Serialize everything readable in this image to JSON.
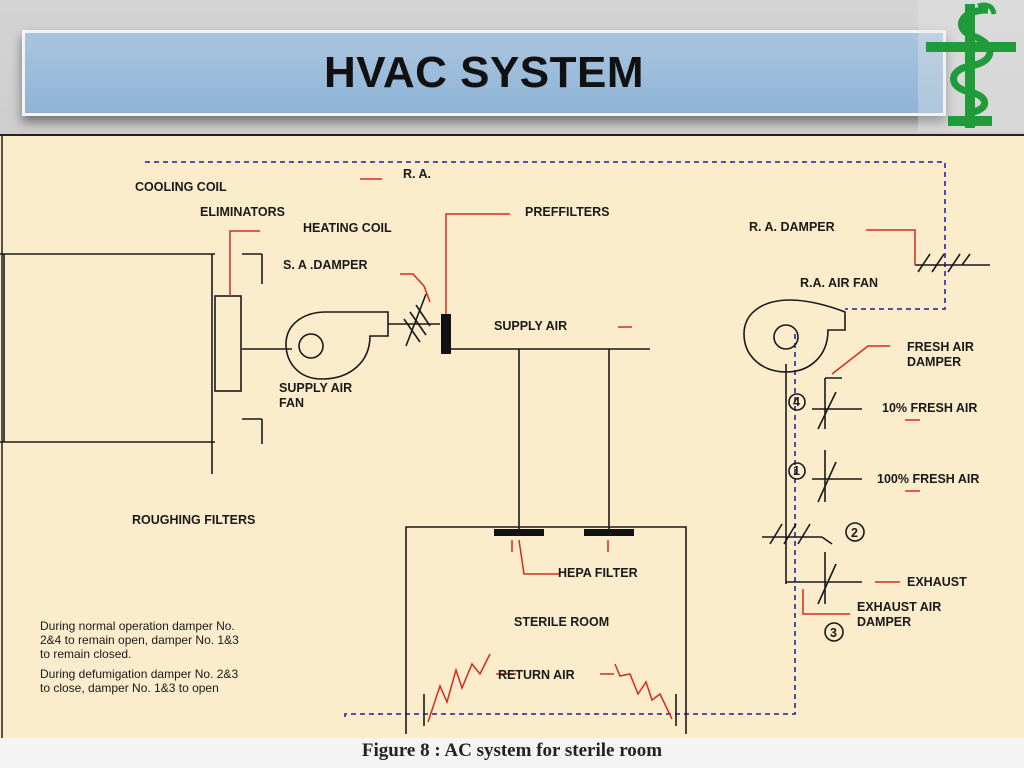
{
  "slide": {
    "title": "HVAC SYSTEM",
    "logo": "pharmacy-caduceus-logo",
    "accent_green": "#1f9b3a"
  },
  "diagram": {
    "labels": {
      "ra": "R. A.",
      "cooling_coil": "COOLING COIL",
      "eliminators": "ELIMINATORS",
      "heating_coil": "HEATING COIL",
      "preffilters": "PREFFILTERS",
      "sa_damper": "S. A .DAMPER",
      "supply_air": "SUPPLY AIR",
      "supply_air_fan_1": "SUPPLY AIR",
      "supply_air_fan_2": "FAN",
      "roughing_filters": "ROUGHING FILTERS",
      "ra_damper": "R. A. DAMPER",
      "ra_air_fan": "R.A. AIR FAN",
      "fresh_air_damper_1": "FRESH AIR",
      "fresh_air_damper_2": "DAMPER",
      "fresh_air_10": "10% FRESH AIR",
      "fresh_air_100": "100% FRESH AIR",
      "exhaust": "EXHAUST",
      "exhaust_air_damper_1": "EXHAUST AIR",
      "exhaust_air_damper_2": "DAMPER",
      "hepa_filter": "HEPA FILTER",
      "sterile_room": "STERILE ROOM",
      "return_air": "RETURN AIR"
    },
    "damper_numbers": {
      "d1": "1",
      "d2": "2",
      "d3": "3",
      "d4": "4"
    },
    "notes": [
      "During normal operation damper No.",
      "2&4 to remain open, damper No. 1&3",
      "to remain closed.",
      "During defumigation damper No. 2&3",
      "to close, damper No. 1&3 to open"
    ],
    "caption": "Figure 8 : AC system for sterile room",
    "colors": {
      "background": "#fbeccb",
      "flow_arrows": "#d62b1f",
      "return_duct": "#3a3aa8"
    }
  }
}
